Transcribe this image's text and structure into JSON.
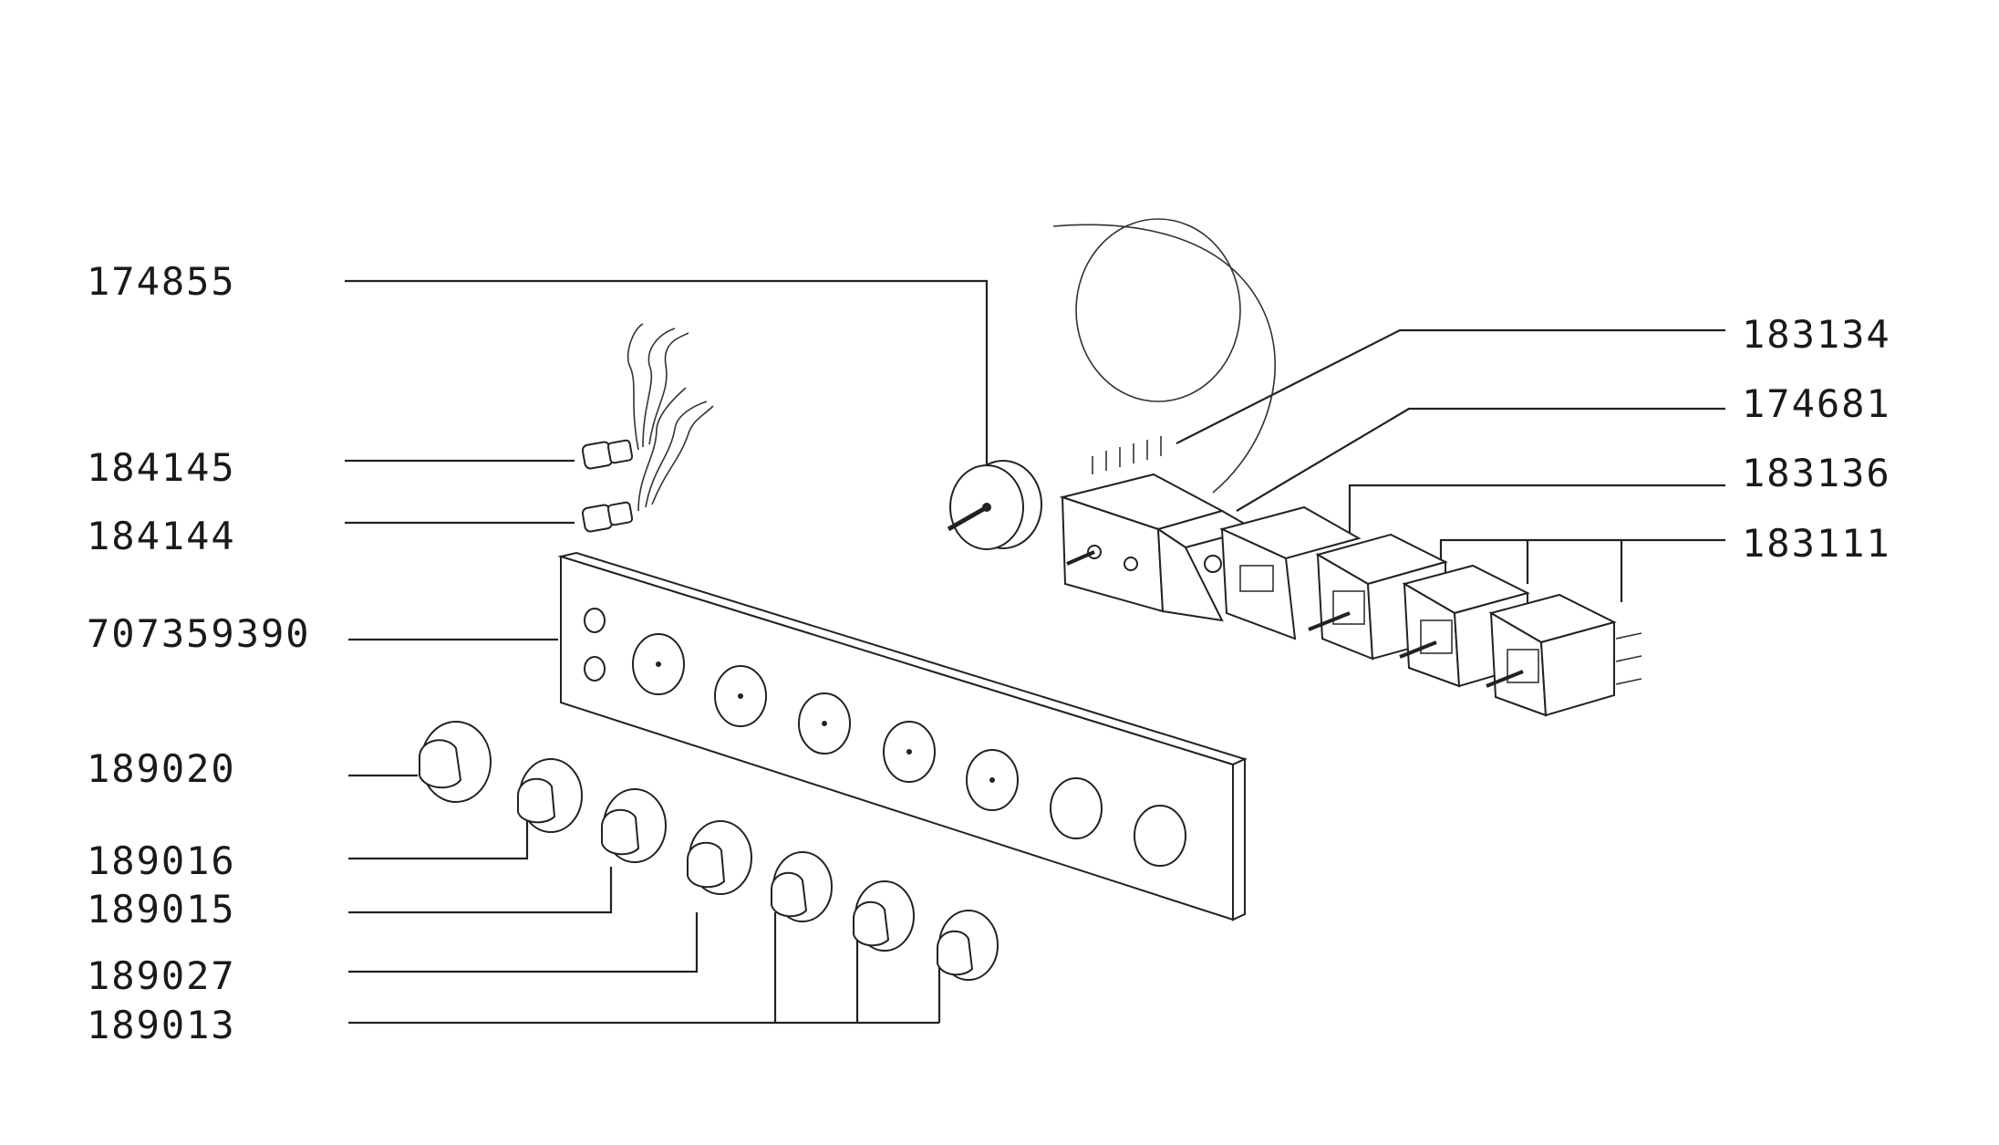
{
  "diagram": {
    "labels": {
      "l174855": "174855",
      "l184145": "184145",
      "l184144": "184144",
      "l707359390": "707359390",
      "l189020": "189020",
      "l189016": "189016",
      "l189015": "189015",
      "l189027": "189027",
      "l189013": "189013",
      "l183134": "183134",
      "l174681": "174681",
      "l183136": "183136",
      "l183111": "183111"
    }
  }
}
